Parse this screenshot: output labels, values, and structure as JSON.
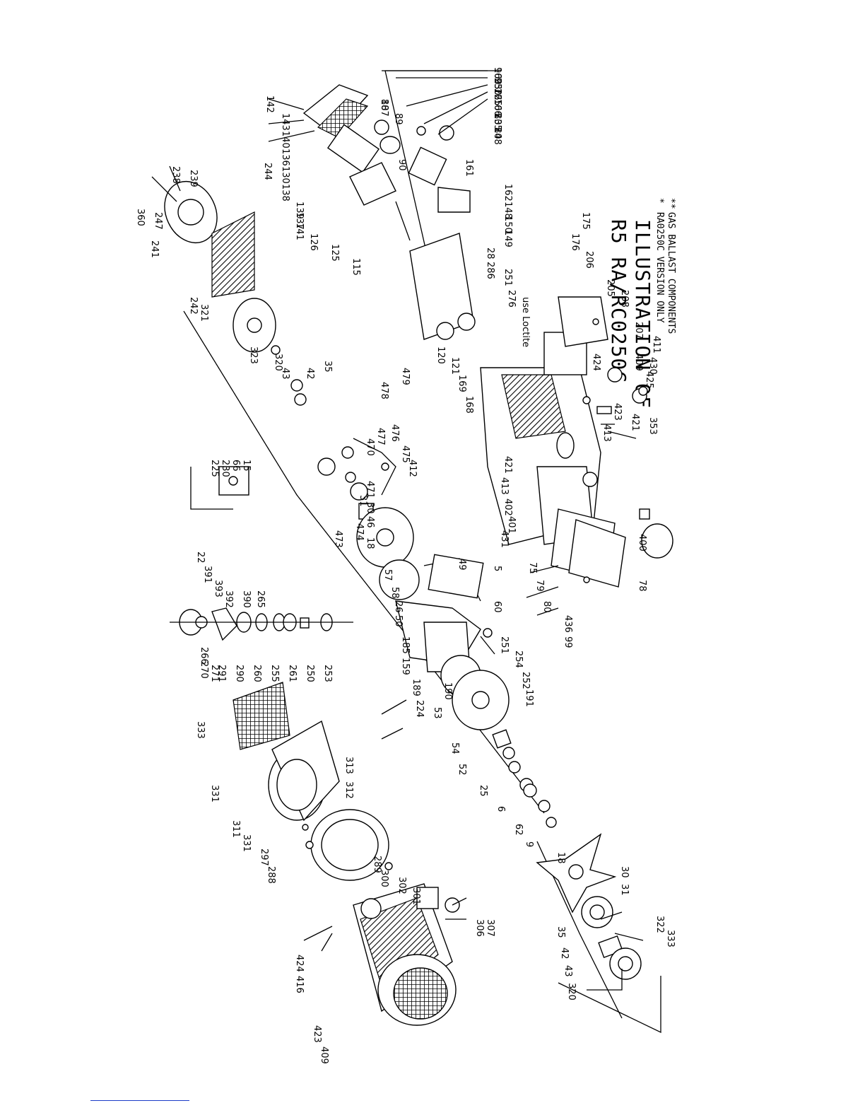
{
  "title": {
    "line1": "ILLUSTRATION OF",
    "line2": "R5 RA/RC0250C"
  },
  "notes": [
    {
      "mark": "*",
      "text": "RA0250C VERSION ONLY"
    },
    {
      "mark": "**",
      "text": "GAS BALLAST COMPONENTS"
    }
  ],
  "callouts": [
    "96",
    "95",
    "165",
    "166",
    "83",
    "84",
    "88",
    "89",
    "90",
    "161",
    "162",
    "148",
    "150",
    "149",
    "142",
    "143",
    "140",
    "136",
    "130",
    "138",
    "139",
    "137",
    "141",
    "126",
    "125",
    "115",
    "120",
    "121",
    "169",
    "168",
    "28",
    "286",
    "251",
    "276",
    "use Loctite",
    "175",
    "176",
    "206",
    "205",
    "208",
    "207",
    "411",
    "409",
    "425",
    "424",
    "423",
    "413",
    "421",
    "430",
    "353",
    "360",
    "247",
    "238",
    "239",
    "244",
    "241",
    "242",
    "321",
    "323",
    "320",
    "43",
    "42",
    "35",
    "478",
    "479",
    "476",
    "475",
    "412",
    "471",
    "470",
    "46",
    "477",
    "473",
    "474",
    "31",
    "30",
    "18",
    "57",
    "58",
    "26",
    "49",
    "5",
    "60",
    "50",
    "185",
    "159",
    "189",
    "224",
    "225",
    "230",
    "66",
    "15",
    "22",
    "391",
    "393",
    "392",
    "390",
    "265",
    "266",
    "270",
    "271",
    "291",
    "290",
    "260",
    "255",
    "261",
    "250",
    "253",
    "251",
    "254",
    "252",
    "191",
    "190",
    "53",
    "54",
    "52",
    "25",
    "6",
    "62",
    "9",
    "18",
    "30",
    "31",
    "35",
    "42",
    "43",
    "320",
    "322",
    "333",
    "333",
    "313",
    "312",
    "331",
    "311",
    "331",
    "297",
    "288",
    "289",
    "300",
    "302",
    "301",
    "307",
    "306",
    "424",
    "416",
    "423",
    "409",
    "421",
    "413",
    "402",
    "401",
    "431",
    "400",
    "78",
    "75",
    "79",
    "80",
    "436",
    "99",
    "100",
    "230",
    "225",
    "106",
    "105",
    "108",
    "107"
  ]
}
